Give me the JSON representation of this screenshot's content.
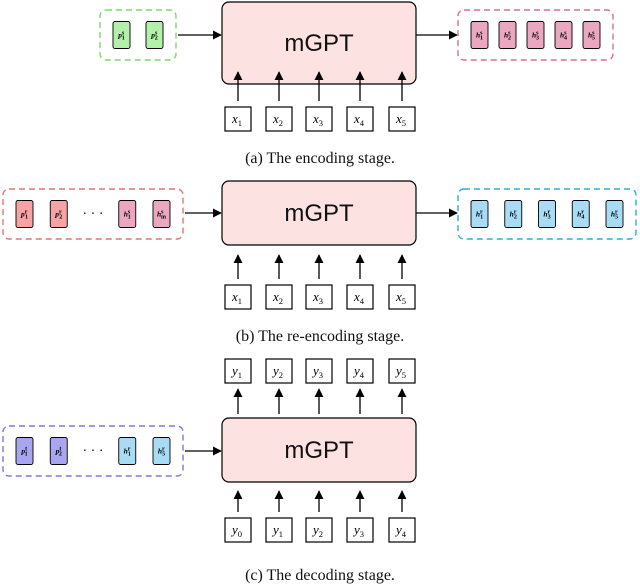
{
  "model_label": "mGPT",
  "colors": {
    "green": "#b3f0a9",
    "green_border": "#7bd96b",
    "pink": "#eaa7bf",
    "pink_border": "#d6709a",
    "red": "#f5a3a3",
    "red_border": "#e07777",
    "blue": "#a8dcf5",
    "blue_border": "#2bb0d6",
    "purple": "#a9a6ef",
    "purple_border": "#7c78df",
    "model_fill": "#fde2e2"
  },
  "stages": [
    {
      "caption": "(a) The encoding stage.",
      "inputs": [
        {
          "base": "x",
          "sub": "1"
        },
        {
          "base": "x",
          "sub": "2"
        },
        {
          "base": "x",
          "sub": "3"
        },
        {
          "base": "x",
          "sub": "4"
        },
        {
          "base": "x",
          "sub": "5"
        }
      ],
      "outputs": [],
      "left_group": {
        "border": "green_border",
        "chips": [
          {
            "base": "p",
            "sup": "s",
            "sub": "1",
            "color": "green"
          },
          {
            "base": "p",
            "sup": "s",
            "sub": "2",
            "color": "green"
          }
        ],
        "dots_after": -1
      },
      "right_group": {
        "border": "pink_border",
        "chips": [
          {
            "base": "h",
            "sup": "s",
            "sub": "1",
            "color": "pink"
          },
          {
            "base": "h",
            "sup": "s",
            "sub": "2",
            "color": "pink"
          },
          {
            "base": "h",
            "sup": "s",
            "sub": "3",
            "color": "pink"
          },
          {
            "base": "h",
            "sup": "s",
            "sub": "4",
            "color": "pink"
          },
          {
            "base": "h",
            "sup": "s",
            "sub": "5",
            "color": "pink"
          }
        ]
      }
    },
    {
      "caption": "(b) The re-encoding stage.",
      "inputs": [
        {
          "base": "x",
          "sub": "1"
        },
        {
          "base": "x",
          "sub": "2"
        },
        {
          "base": "x",
          "sub": "3"
        },
        {
          "base": "x",
          "sub": "4"
        },
        {
          "base": "x",
          "sub": "5"
        }
      ],
      "outputs": [],
      "left_group": {
        "border": "red_border",
        "chips": [
          {
            "base": "p",
            "sup": "r",
            "sub": "1",
            "color": "red"
          },
          {
            "base": "p",
            "sup": "r",
            "sub": "2",
            "color": "red"
          },
          {
            "base": "h",
            "sup": "s",
            "sub": "1",
            "color": "pink"
          },
          {
            "base": "h",
            "sup": "s",
            "sub": "m",
            "color": "pink"
          }
        ],
        "dots_after": 2,
        "dots": "· · ·"
      },
      "right_group": {
        "border": "blue_border",
        "chips": [
          {
            "base": "h",
            "sup": "r",
            "sub": "1",
            "color": "blue"
          },
          {
            "base": "h",
            "sup": "r",
            "sub": "2",
            "color": "blue"
          },
          {
            "base": "h",
            "sup": "r",
            "sub": "3",
            "color": "blue"
          },
          {
            "base": "h",
            "sup": "r",
            "sub": "4",
            "color": "blue"
          },
          {
            "base": "h",
            "sup": "r",
            "sub": "5",
            "color": "blue"
          }
        ]
      }
    },
    {
      "caption": "(c) The decoding stage.",
      "inputs": [
        {
          "base": "y",
          "sub": "0"
        },
        {
          "base": "y",
          "sub": "1"
        },
        {
          "base": "y",
          "sub": "2"
        },
        {
          "base": "y",
          "sub": "3"
        },
        {
          "base": "y",
          "sub": "4"
        }
      ],
      "outputs": [
        {
          "base": "y",
          "sub": "1"
        },
        {
          "base": "y",
          "sub": "2"
        },
        {
          "base": "y",
          "sub": "3"
        },
        {
          "base": "y",
          "sub": "4"
        },
        {
          "base": "y",
          "sub": "5"
        }
      ],
      "left_group": {
        "border": "purple_border",
        "chips": [
          {
            "base": "p",
            "sup": "t",
            "sub": "1",
            "color": "purple"
          },
          {
            "base": "p",
            "sup": "t",
            "sub": "2",
            "color": "purple"
          },
          {
            "base": "h",
            "sup": "r",
            "sub": "1",
            "color": "blue"
          },
          {
            "base": "h",
            "sup": "r",
            "sub": "5",
            "color": "blue"
          }
        ],
        "dots_after": 2,
        "dots": "· · ·"
      },
      "right_group": null
    }
  ]
}
